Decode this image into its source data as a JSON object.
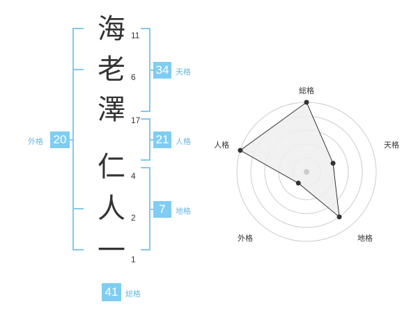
{
  "name": {
    "characters": [
      "海",
      "老",
      "澤",
      "仁",
      "人",
      "一"
    ],
    "strokes": [
      "11",
      "6",
      "17",
      "4",
      "2",
      "1"
    ]
  },
  "scores": {
    "tenkaku": {
      "value": "34",
      "label": "天格"
    },
    "jinkaku": {
      "value": "21",
      "label": "人格"
    },
    "chikaku": {
      "value": "7",
      "label": "地格"
    },
    "gaikaku": {
      "value": "20",
      "label": "外格"
    },
    "soukaku": {
      "value": "41",
      "label": "総格"
    }
  },
  "chart_data": {
    "type": "radar",
    "axes": [
      "総格",
      "天格",
      "地格",
      "外格",
      "人格"
    ],
    "rings": 5,
    "values": [
      5,
      2,
      4,
      1,
      5
    ],
    "max": 5
  },
  "colors": {
    "accent": "#7fcdf2",
    "bracket": "#85c7ec",
    "ring": "#cccccc",
    "fill": "#eeeeee"
  }
}
